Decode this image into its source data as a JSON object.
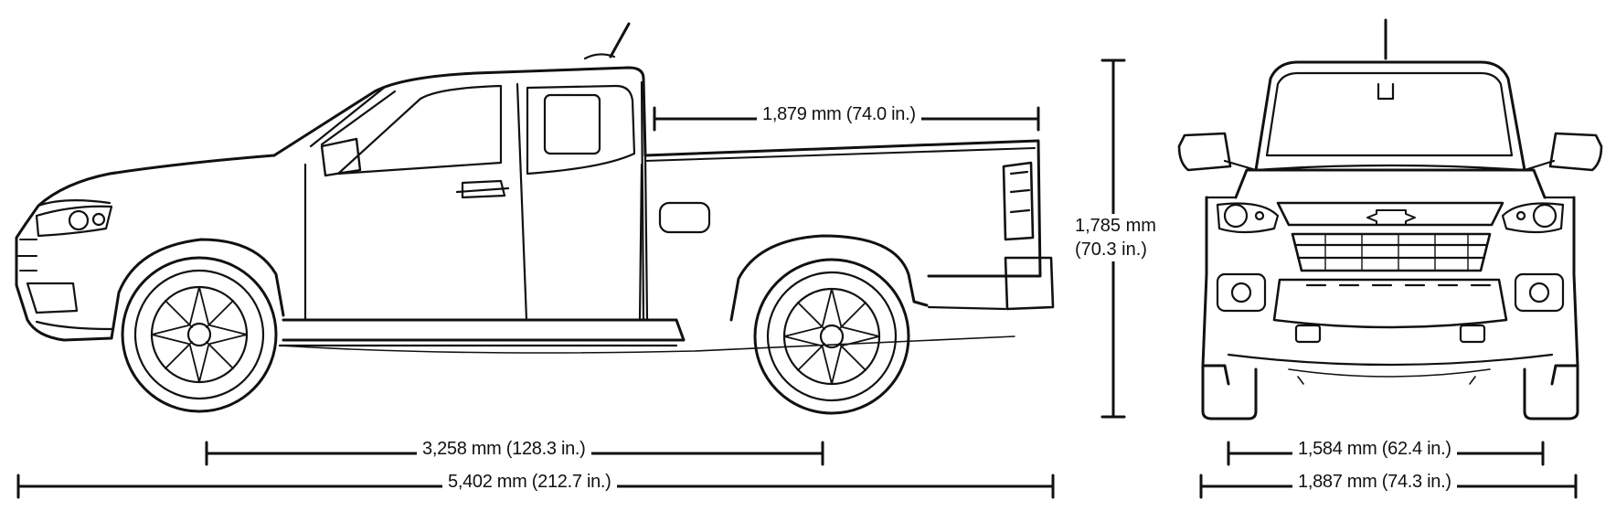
{
  "side_view": {
    "bed_length": "1,879 mm (74.0 in.)",
    "wheelbase": "3,258 mm (128.3 in.)",
    "overall_length": "5,402 mm (212.7 in.)"
  },
  "front_view": {
    "height_mm": "1,785 mm",
    "height_in": "(70.3 in.)",
    "track_width": "1,584 mm (62.4 in.)",
    "overall_width": "1,887 mm (74.3 in.)"
  },
  "line_color": "#111111",
  "background_color": "#ffffff"
}
